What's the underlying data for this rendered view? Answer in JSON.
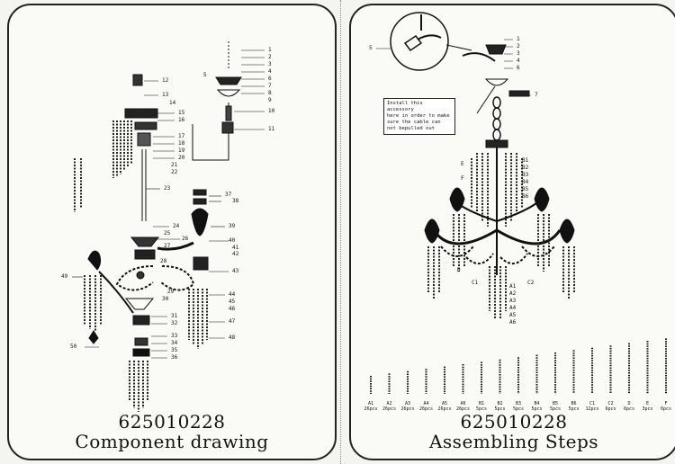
{
  "left": {
    "model_code": "625010228",
    "title": "Component drawing",
    "callouts": [
      "1",
      "2",
      "3",
      "4",
      "5",
      "6",
      "7",
      "8",
      "9",
      "10",
      "11",
      "12",
      "13",
      "14",
      "15",
      "16",
      "17",
      "18",
      "19",
      "20",
      "21",
      "22",
      "23",
      "24",
      "25",
      "26",
      "27",
      "28",
      "29",
      "30",
      "31",
      "32",
      "33",
      "34",
      "35",
      "36",
      "37",
      "38",
      "39",
      "40",
      "41",
      "42",
      "43",
      "44",
      "45",
      "46",
      "47",
      "48",
      "49",
      "50"
    ]
  },
  "right": {
    "model_code": "625010228",
    "title": "Assembling Steps",
    "note": "Install this accessory\nhere in order to make\nsure the cable can\nnot bepulled out",
    "top_callouts": [
      "1",
      "2",
      "3",
      "4",
      "5",
      "6",
      "7"
    ],
    "chain_callouts": [
      "B1",
      "B2",
      "B3",
      "B4",
      "B5",
      "B6",
      "E",
      "F"
    ],
    "pendant_callouts": [
      "A1",
      "A2",
      "A3",
      "A4",
      "A5",
      "A6",
      "C1",
      "C2",
      "D"
    ],
    "parts": [
      {
        "code": "A1",
        "qty": "26pcs"
      },
      {
        "code": "A2",
        "qty": "26pcs"
      },
      {
        "code": "A3",
        "qty": "26pcs"
      },
      {
        "code": "A4",
        "qty": "26pcs"
      },
      {
        "code": "A5",
        "qty": "26pcs"
      },
      {
        "code": "A6",
        "qty": "26pcs"
      },
      {
        "code": "B1",
        "qty": "5pcs"
      },
      {
        "code": "B2",
        "qty": "5pcs"
      },
      {
        "code": "B3",
        "qty": "5pcs"
      },
      {
        "code": "B4",
        "qty": "5pcs"
      },
      {
        "code": "B5",
        "qty": "5pcs"
      },
      {
        "code": "B6",
        "qty": "5pcs"
      },
      {
        "code": "C1",
        "qty": "12pcs"
      },
      {
        "code": "C2",
        "qty": "6pcs"
      },
      {
        "code": "D",
        "qty": "6pcs"
      },
      {
        "code": "E",
        "qty": "3pcs"
      },
      {
        "code": "F",
        "qty": "6pcs"
      }
    ]
  }
}
